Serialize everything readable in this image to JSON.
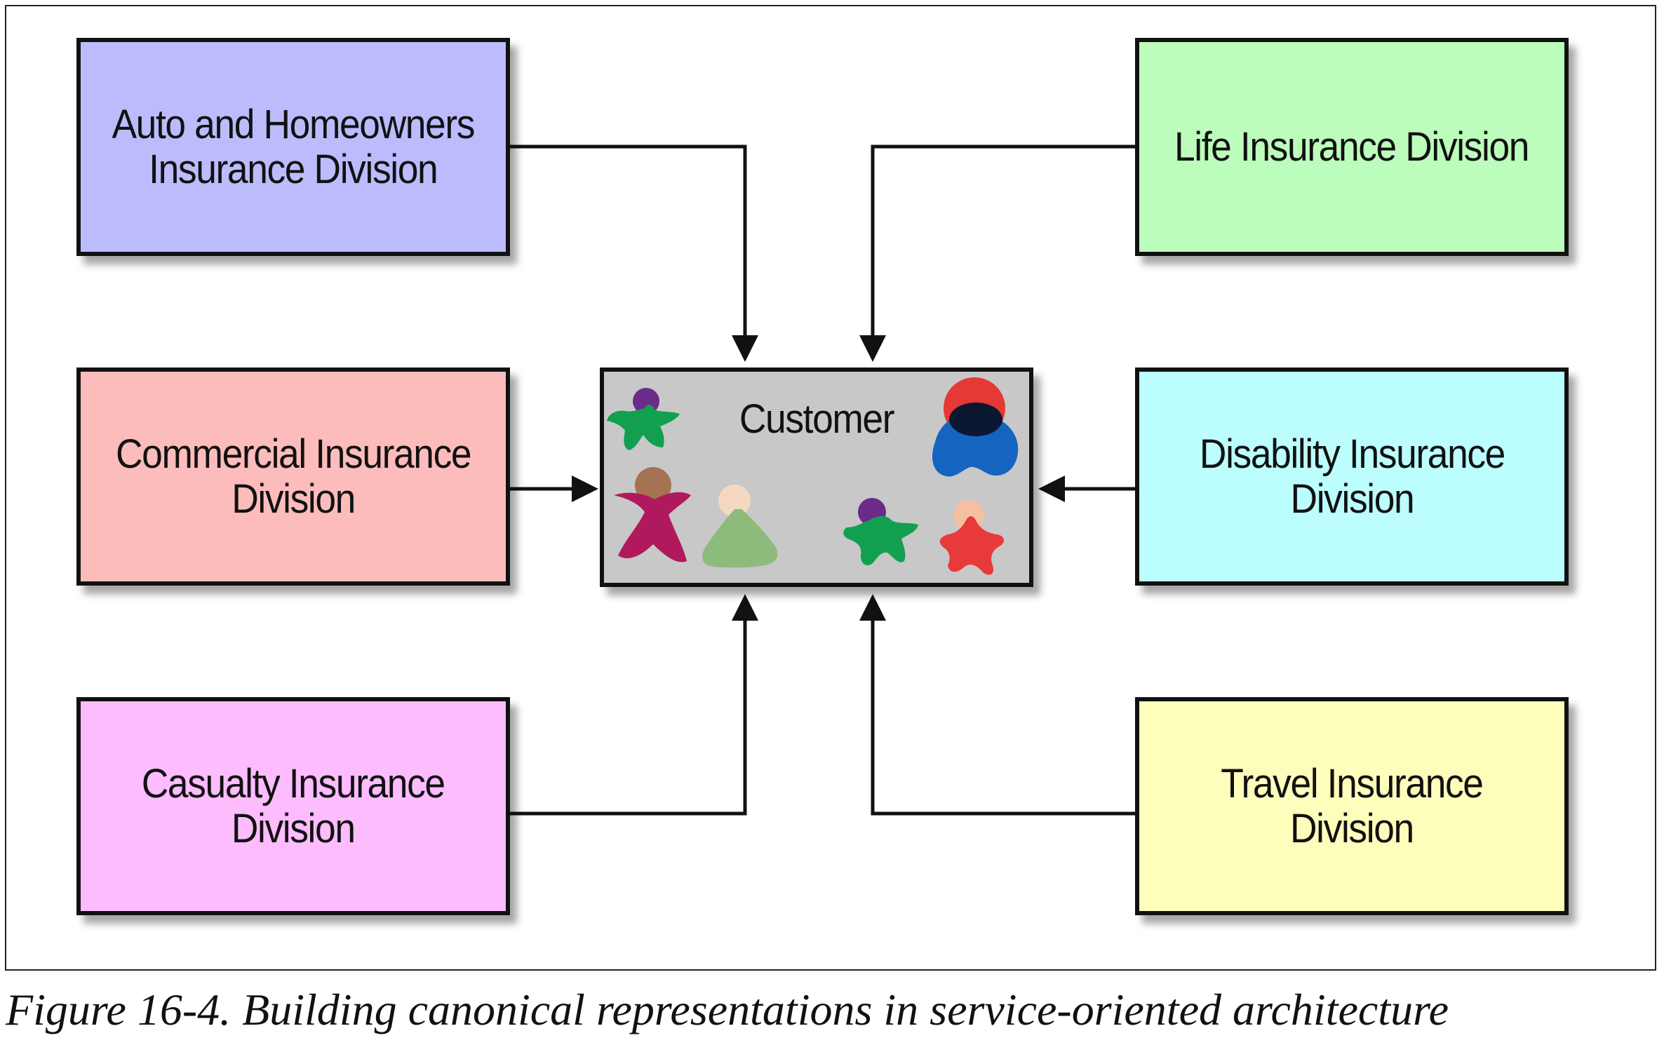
{
  "diagram": {
    "divisions": {
      "auto_homeowners": {
        "label": "Auto and Homeowners\nInsurance Division",
        "color": "#bcbcfd"
      },
      "life": {
        "label": "Life Insurance Division",
        "color": "#bcfdbc"
      },
      "commercial": {
        "label": "Commercial Insurance\nDivision",
        "color": "#fdbcbc"
      },
      "disability": {
        "label": "Disability Insurance\nDivision",
        "color": "#bcfdfd"
      },
      "casualty": {
        "label": "Casualty Insurance\nDivision",
        "color": "#fdbcfd"
      },
      "travel": {
        "label": "Travel Insurance\nDivision",
        "color": "#fdfdbc"
      }
    },
    "customer": {
      "label": "Customer",
      "color": "#c8c8c8"
    }
  },
  "caption": "Figure 16-4. Building canonical representations in service-oriented architecture"
}
